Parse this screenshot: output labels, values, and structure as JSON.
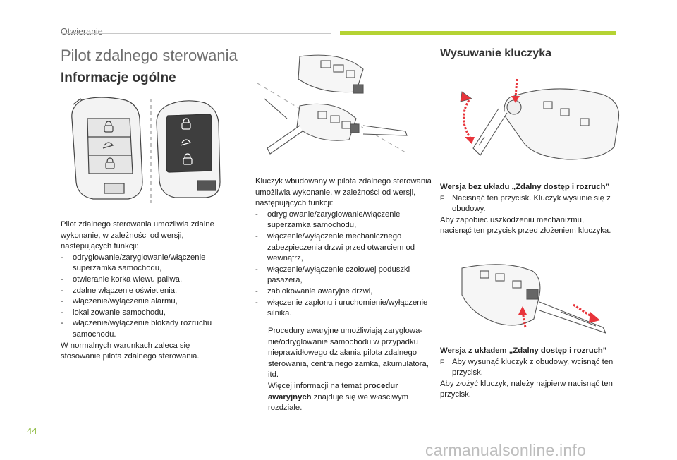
{
  "header": {
    "section": "Otwieranie",
    "accent_color": "#b5d333"
  },
  "page": {
    "title": "Pilot zdalnego sterowania",
    "subtitle_left": "Informacje ogólne",
    "subtitle_right": "Wysuwanie kluczyka",
    "number": "44"
  },
  "left_column": {
    "intro": "Pilot zdalnego sterowania umożliwia zdalne wykonanie, w zależności od wersji, następujących funkcji:",
    "items": [
      "odryglowanie/zaryglowanie/włączenie superzamka samochodu,",
      "otwieranie korka wlewu paliwa,",
      "zdalne włączenie oświetlenia,",
      "włączenie/wyłączenie alarmu,",
      "lokalizowanie samochodu,",
      "włączenie/wyłączenie blokady rozruchu samochodu."
    ],
    "outro": "W normalnych warunkach zaleca się stosowanie pilota zdalnego sterowania."
  },
  "middle_column": {
    "intro": "Kluczyk wbudowany w pilota zdalnego sterowania umożliwia wykonanie, w zależności od wersji, następujących funkcji:",
    "items": [
      "odryglowanie/zaryglowanie/włączenie superzamka samochodu,",
      "włączenie/wyłączenie mechanicznego zabezpieczenia drzwi przed otwarciem od wewnątrz,",
      "włączenie/wyłączenie czołowej poduszki pasażera,",
      "zablokowanie awaryjne drzwi,",
      "włączenie zapłonu i uruchomienie/wyłączenie silnika."
    ],
    "note_text": "Procedury awaryjne umożliwiają zaryglowa­nie/odryglowanie samochodu w przypadku nieprawidłowego działania pilota zdalnego sterowania, centralnego zamka, akumula­tora, itd.",
    "note_more_prefix": "Więcej informacji na temat ",
    "note_more_bold": "procedur awaryjnych",
    "note_more_suffix": " znajduje się we właściwym rozdziale."
  },
  "right_column": {
    "block1_heading": "Wersja bez układu „Zdalny dostęp i rozruch”",
    "block1_step_marker": "F",
    "block1_step": "Nacisnąć ten przycisk. Kluczyk wysunie się z obudowy.",
    "block1_note": "Aby zapobiec uszkodzeniu mechanizmu, nacisnąć ten przycisk przed złożeniem kluczyka.",
    "block2_heading": "Wersja z układem „Zdalny dostęp i rozruch”",
    "block2_step_marker": "F",
    "block2_step": "Aby wysunąć kluczyk z obudowy, wcisnąć ten przycisk.",
    "block2_note": "Aby złożyć kluczyk, należy najpierw nacisnąć ten przycisk."
  },
  "footer": {
    "watermark": "carmanualsonline.info"
  },
  "colors": {
    "arrow_red": "#e8343b",
    "key_gray": "#555555"
  }
}
